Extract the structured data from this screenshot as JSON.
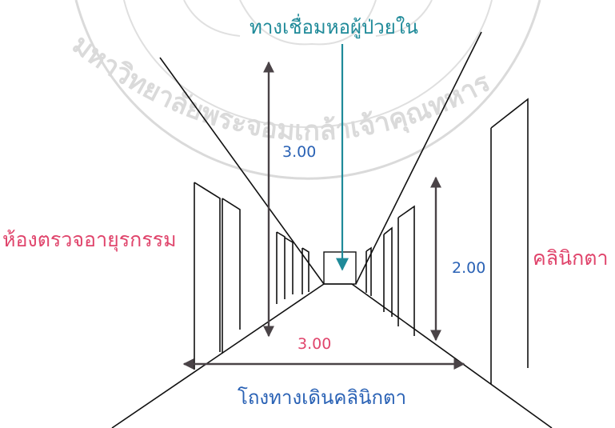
{
  "labels": {
    "top_link": "ทางเชื่อมหอผู้ป่วยใน",
    "left_room": "ห้องตรวจอายุรกรรม",
    "right_room": "คลินิกตา",
    "bottom_hall": "โถงทางเดินคลินิกตา"
  },
  "dimensions": {
    "height_center": "3.00",
    "height_right": "2.00",
    "width_floor": "3.00"
  },
  "watermark": {
    "text": "มหาวิทยาลัยพระจอมเกล้าเจ้าคุณทหาร"
  },
  "colors": {
    "pink": "#e0456c",
    "blue": "#2a62b5",
    "teal": "#1f8a99",
    "line": "#111111",
    "arrow": "#4a4347",
    "watermark": "#bdbdbd"
  }
}
